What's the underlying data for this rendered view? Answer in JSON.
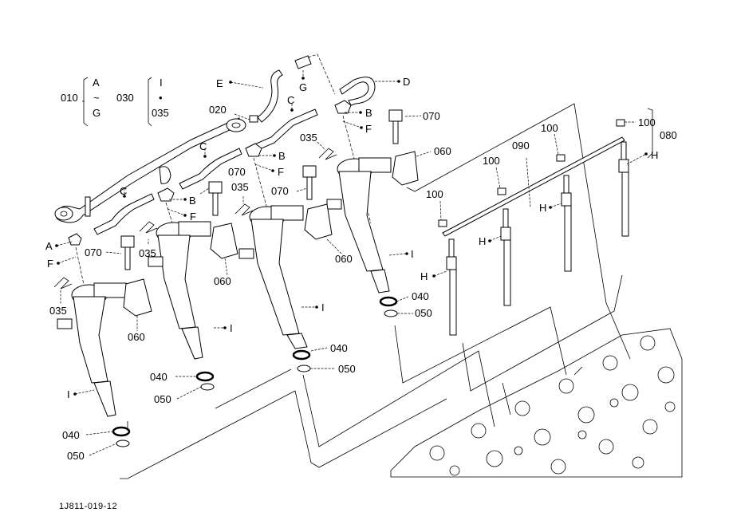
{
  "diagram": {
    "title_code": "1J811-019-12",
    "line_color": "#000000",
    "background": "#ffffff",
    "legend": {
      "group_010": {
        "code": "010",
        "from": "A",
        "range_symbol": "~",
        "to": "G"
      },
      "group_030": {
        "code": "030",
        "from": "I",
        "range_symbol": "•",
        "to": "035"
      }
    },
    "group_080": {
      "code": "080"
    },
    "labels": {
      "E": "E",
      "G": "G",
      "D": "D",
      "C": "C",
      "B": "B",
      "F": "F",
      "A": "A",
      "H": "H",
      "I": "I",
      "p020": "020",
      "p035": "035",
      "p040": "040",
      "p050": "050",
      "p060": "060",
      "p070": "070",
      "p090": "090",
      "p100": "100"
    }
  }
}
